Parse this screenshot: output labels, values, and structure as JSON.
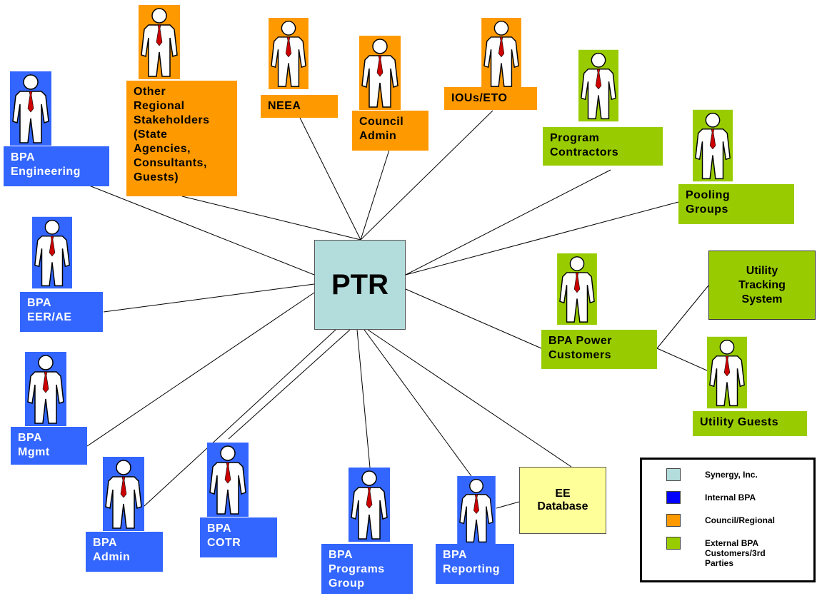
{
  "center": {
    "label": "PTR"
  },
  "database": {
    "label": "EE\nDatabase"
  },
  "utility_tracking": {
    "label": "Utility\nTracking\nSystem"
  },
  "nodes": {
    "bpa_engineering": "BPA\nEngineering",
    "other_regional": "Other\nRegional\nStakeholders\n(State\nAgencies,\nConsultants,\nGuests)",
    "neea": "NEEA",
    "council_admin": "Council\nAdmin",
    "ious_eto": "IOUs/ETO",
    "program_contractors": "Program\nContractors",
    "pooling_groups": "Pooling\nGroups",
    "bpa_eer_ae": "BPA\nEER/AE",
    "bpa_power_customers": "BPA Power\nCustomers",
    "utility_guests": "Utility Guests",
    "bpa_mgmt": "BPA\nMgmt",
    "bpa_admin": "BPA\nAdmin",
    "bpa_cotr": "BPA\nCOTR",
    "bpa_programs_group": "BPA\nPrograms\nGroup",
    "bpa_reporting": "BPA\nReporting"
  },
  "legend": {
    "items": [
      {
        "label": "Synergy, Inc.",
        "color": "#b3dcdc"
      },
      {
        "label": "Internal BPA",
        "color": "#0000ff"
      },
      {
        "label": "Council/Regional",
        "color": "#ff9900"
      },
      {
        "label": "External BPA\nCustomers/3rd\nParties",
        "color": "#99cc00"
      }
    ]
  },
  "colors": {
    "blue": "#3366ff",
    "orange": "#ff9900",
    "green": "#99cc00",
    "synergy": "#b3dcdc",
    "database": "#ffff99"
  }
}
